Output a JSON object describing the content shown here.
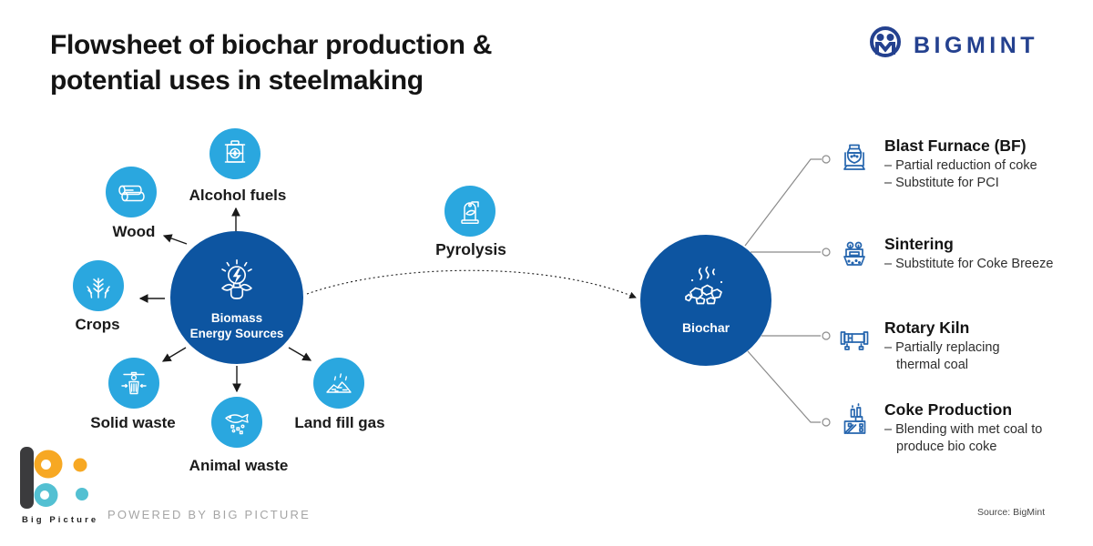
{
  "header": {
    "title_line1": "Flowsheet of biochar production &",
    "title_line2": "potential uses in steelmaking",
    "brand": "BIGMINT"
  },
  "hub": {
    "line1": "Biomass",
    "line2": "Energy Sources"
  },
  "sources": [
    {
      "label": "Alcohol fuels"
    },
    {
      "label": "Wood"
    },
    {
      "label": "Crops"
    },
    {
      "label": "Solid waste"
    },
    {
      "label": "Animal waste"
    },
    {
      "label": "Land fill gas"
    }
  ],
  "process": {
    "label": "Pyrolysis"
  },
  "product": {
    "label": "Biochar"
  },
  "uses": [
    {
      "title": "Blast Furnace (BF)",
      "bullets": [
        "– Partial reduction of coke",
        "– Substitute for PCI"
      ]
    },
    {
      "title": "Sintering",
      "bullets": [
        "– Substitute for Coke Breeze"
      ]
    },
    {
      "title": "Rotary Kiln",
      "bullets": [
        "– Partially replacing thermal coal"
      ]
    },
    {
      "title": "Coke Production",
      "bullets": [
        "– Blending with met coal to produce bio coke"
      ]
    }
  ],
  "footer": {
    "powered_by": "POWERED BY BIG PICTURE",
    "logo_text": "Big Picture",
    "source": "Source: BigMint"
  },
  "icons": {
    "brand": "bigmint-people-icon",
    "hub": "bulb-energy-leaves-icon",
    "sources": [
      "oil-drum-icon",
      "wood-logs-icon",
      "wheat-icon",
      "waste-bin-icon",
      "fish-waste-icon",
      "landfill-mound-icon"
    ],
    "process": "pyrolysis-reactor-icon",
    "product": "biochar-coal-smoke-icon",
    "uses": [
      "blast-furnace-icon",
      "sintering-machine-icon",
      "rotary-kiln-icon",
      "coke-plant-icon"
    ],
    "footer_logo": "big-picture-logo"
  },
  "colors": {
    "light_blue": "#2AA7DF",
    "dark_blue": "#0D55A1",
    "brand_navy": "#24418F",
    "use_icon_blue": "#2565AE",
    "connector_gray": "#8B8B8B",
    "text_black": "#1A1A1A",
    "orange": "#F7A823",
    "teal": "#53C0D2"
  }
}
